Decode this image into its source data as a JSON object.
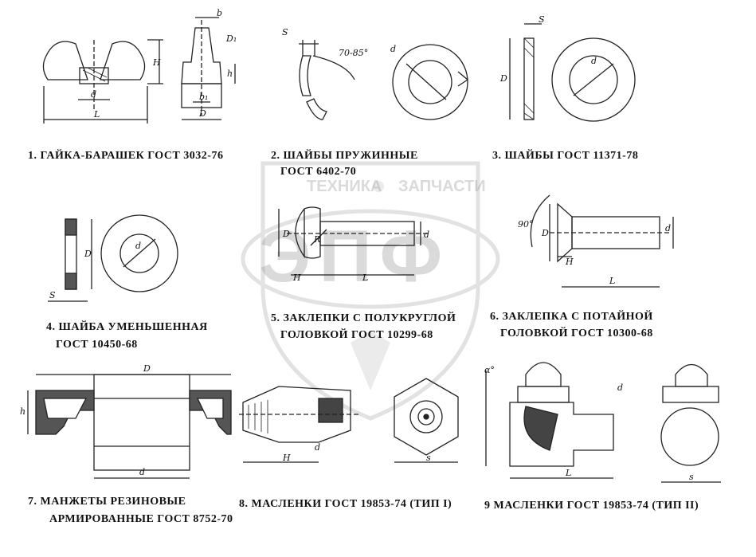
{
  "watermark": {
    "brand_letters": "ЭПФ",
    "left_word": "ТЕХНИКА",
    "right_word": "ЗАПЧАСТИ",
    "color": "#c8c8c8"
  },
  "parts": [
    {
      "id": 1,
      "lines": [
        "1. ГАЙКА-БАРАШЕК ГОСТ 3032-76"
      ]
    },
    {
      "id": 2,
      "lines": [
        "2. ШАЙБЫ ПРУЖИННЫЕ",
        "ГОСТ 6402-70"
      ]
    },
    {
      "id": 3,
      "lines": [
        "3. ШАЙБЫ    ГОСТ 11371-78"
      ]
    },
    {
      "id": 4,
      "lines": [
        "4. ШАЙБА УМЕНЬШЕННАЯ",
        "ГОСТ 10450-68"
      ]
    },
    {
      "id": 5,
      "lines": [
        "5. ЗАКЛЕПКИ С ПОЛУКРУГЛОЙ",
        "ГОЛОВКОЙ  ГОСТ 10299-68"
      ]
    },
    {
      "id": 6,
      "lines": [
        "6. ЗАКЛЕПКА С ПОТАЙНОЙ",
        "ГОЛОВКОЙ ГОСТ 10300-68"
      ]
    },
    {
      "id": 7,
      "lines": [
        "7.  МАНЖЕТЫ РЕЗИНОВЫЕ",
        "АРМИРОВАННЫЕ  ГОСТ 8752-70"
      ]
    },
    {
      "id": 8,
      "lines": [
        "8.    МАСЛЕНКИ ГОСТ 19853-74 (ТИП I)"
      ]
    },
    {
      "id": 9,
      "lines": [
        "9 МАСЛЕНКИ ГОСТ 19853-74 (ТИП II)"
      ]
    }
  ],
  "dims": {
    "L": "L",
    "H": "H",
    "d": "d",
    "b": "b",
    "D": "D",
    "D1": "D₁",
    "h": "h",
    "S": "S",
    "s": "s",
    "R": "R",
    "b1": "b₁",
    "angle_70_85": "70-85°",
    "angle_90": "90°",
    "alpha": "α°"
  }
}
